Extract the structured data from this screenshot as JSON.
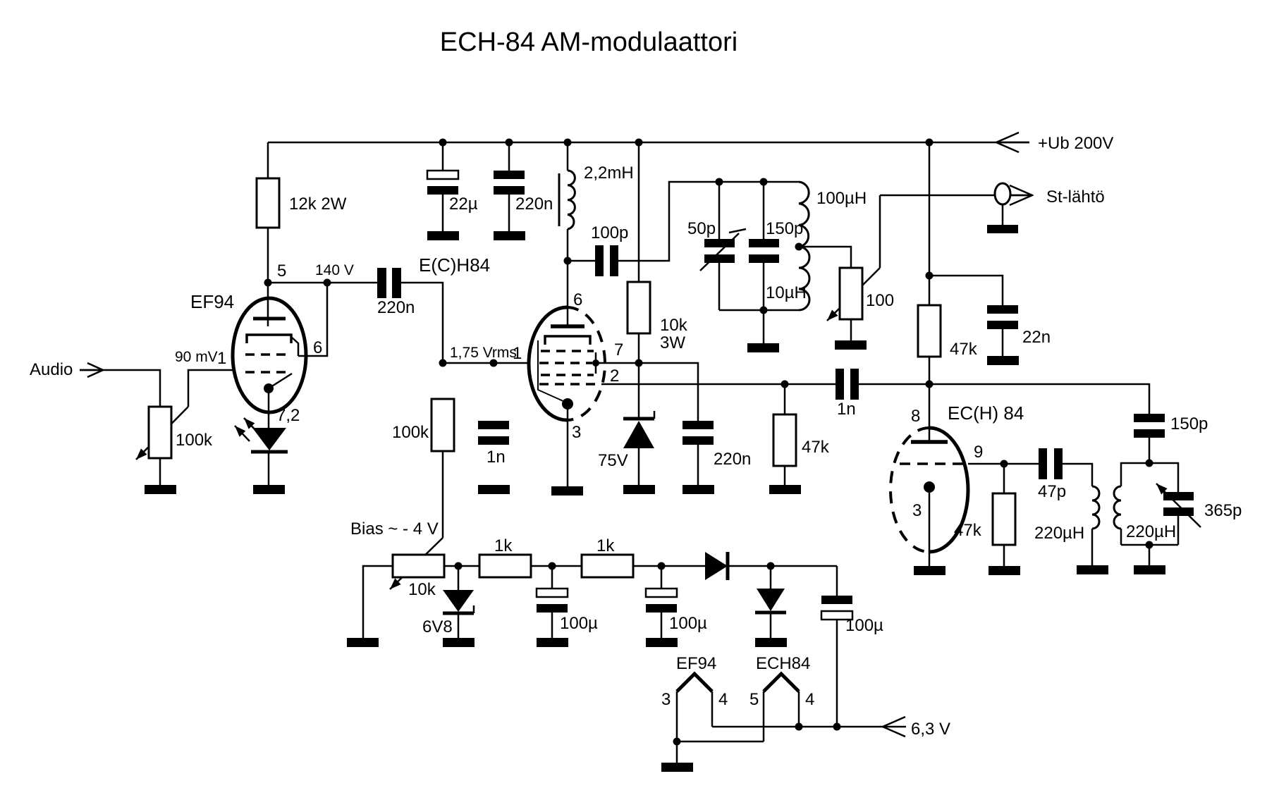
{
  "title": "ECH-84 AM-modulaattori",
  "io": {
    "audio_in": "Audio",
    "supply": "+Ub 200V",
    "rf_out": "St-lähtö",
    "heater_supply": "6,3 V",
    "bias_note": "Bias ~ - 4 V"
  },
  "measurements": {
    "input_level": "90 mV",
    "plate_voltage": "140 V",
    "grid_drive": "1,75 Vrms"
  },
  "tubes": {
    "ef94": {
      "label": "EF94",
      "pin_plate": "5",
      "pin_screen": "6",
      "pin_grid": "1",
      "pin_cathode": "7,2"
    },
    "heptode": {
      "label": "E(C)H84",
      "pin_plate": "6",
      "pin_grid1": "1",
      "pin_grid24": "7",
      "pin_grid3": "2",
      "pin_cathode": "3"
    },
    "triode": {
      "label": "EC(H) 84",
      "pin_plate": "8",
      "pin_grid": "9",
      "pin_cathode": "3"
    },
    "heater_ef94": {
      "label": "EF94",
      "pin_left": "3",
      "pin_right": "4"
    },
    "heater_ech84": {
      "label": "ECH84",
      "pin_left": "5",
      "pin_right": "4"
    }
  },
  "components": {
    "r_dropper": "12k 2W",
    "c_filter_el": "22µ",
    "c_filter": "220n",
    "pot_audio": "100k",
    "c_couple": "220n",
    "r_grid_leak": "100k",
    "c_grid_bypass": "1n",
    "l_plate_choke": "2,2mH",
    "c_osc_couple": "100p",
    "r_osc_value": "10k",
    "r_osc_power": "3W",
    "z_osc": "75V",
    "c_g_bypass": "220n",
    "c_tank_trim": "50p",
    "c_tank_fixed": "150p",
    "l_tank_upper": "100µH",
    "l_tank_lower": "10µH",
    "pot_output": "100",
    "r_g2_pulldown": "47k",
    "c_interstage": "1n",
    "r_triode_load": "47k",
    "c_load_bypass": "22n",
    "r_triode_gridleak": "47k",
    "c_feedback": "47p",
    "l_feedback": "220µH",
    "c_out_couple": "150p",
    "l_out_tank": "220µH",
    "c_out_var": "365p",
    "pot_bias": "10k",
    "z_bias": "6V8",
    "r_bias_1": "1k",
    "r_bias_2": "1k",
    "c_bias_1": "100µ",
    "c_bias_2": "100µ",
    "c_bias_3": "100µ"
  }
}
